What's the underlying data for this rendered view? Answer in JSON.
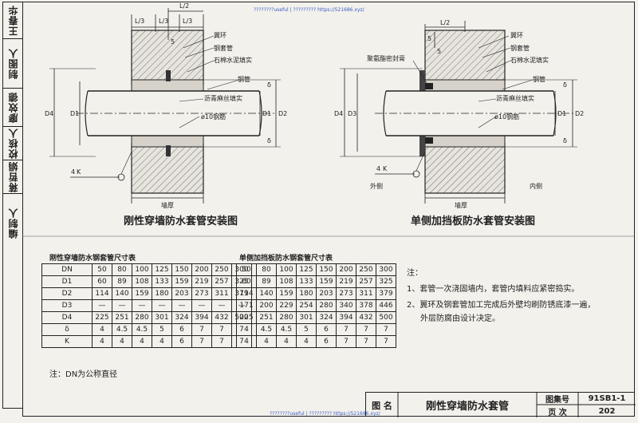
{
  "watermark_top": "????????useful | ????????? https://521686.xyz/",
  "watermark_bottom": "????????useful | ????????? https://521686.xyz/",
  "signoff": [
    "编制人",
    "蒋哲娟",
    "校核人",
    "廖效德",
    "制图人",
    "王春华"
  ],
  "left_diagram": {
    "caption": "刚性穿墙防水套管安装图",
    "dims": {
      "l3a": "L/3",
      "l3b": "L/3",
      "l3c": "L/3",
      "l2": "L/2",
      "five": "5"
    },
    "labels": {
      "yihuan": "翼环",
      "gangtao": "钢套管",
      "shimian": "石棉水泥填实",
      "gangguan": "钢管",
      "liqing": "沥青麻丝填实",
      "jin": "ø10钢筋",
      "qianghou": "墙厚",
      "k": "K",
      "d1": "D1",
      "d2": "D2",
      "d4": "D4",
      "delta1": "δ",
      "delta2": "δ",
      "four": "4"
    }
  },
  "right_diagram": {
    "caption": "单侧加挡板防水套管安装图",
    "dims": {
      "l2": "L/2",
      "five": "5",
      "five2": "5"
    },
    "labels": {
      "yihuan": "翼环",
      "juliu": "聚氨酯密封膏",
      "gangtao": "钢套管",
      "shimian": "石棉水泥填实",
      "gangguan": "钢管",
      "liqing": "沥青麻丝填实",
      "jin": "ø10钢筋",
      "qianghou": "墙厚",
      "waice": "外侧",
      "neice": "内侧",
      "k": "K",
      "d1": "D1",
      "d2": "D2",
      "d3": "D3",
      "d4": "D4",
      "delta1": "δ",
      "delta2": "δ",
      "four": "4"
    }
  },
  "table_left": {
    "title": "刚性穿墙防水钢套管尺寸表",
    "rows": [
      {
        "h": "DN",
        "v": [
          "50",
          "80",
          "100",
          "125",
          "150",
          "200",
          "250",
          "300"
        ]
      },
      {
        "h": "D1",
        "v": [
          "60",
          "89",
          "108",
          "133",
          "159",
          "219",
          "257",
          "325"
        ]
      },
      {
        "h": "D2",
        "v": [
          "114",
          "140",
          "159",
          "180",
          "203",
          "273",
          "311",
          "379"
        ]
      },
      {
        "h": "D3",
        "v": [
          "—",
          "—",
          "—",
          "—",
          "—",
          "—",
          "—",
          "—"
        ]
      },
      {
        "h": "D4",
        "v": [
          "225",
          "251",
          "280",
          "301",
          "324",
          "394",
          "432",
          "500"
        ]
      },
      {
        "h": "δ",
        "v": [
          "4",
          "4.5",
          "4.5",
          "5",
          "6",
          "7",
          "7",
          "7"
        ]
      },
      {
        "h": "K",
        "v": [
          "4",
          "4",
          "4",
          "4",
          "6",
          "7",
          "7",
          "7"
        ]
      }
    ]
  },
  "table_right": {
    "title": "单侧加挡板防水钢套管尺寸表",
    "rows": [
      {
        "v": [
          "50",
          "80",
          "100",
          "125",
          "150",
          "200",
          "250",
          "300"
        ]
      },
      {
        "v": [
          "60",
          "89",
          "108",
          "133",
          "159",
          "219",
          "257",
          "325"
        ]
      },
      {
        "v": [
          "114",
          "140",
          "159",
          "180",
          "203",
          "273",
          "311",
          "379"
        ]
      },
      {
        "v": [
          "171",
          "200",
          "229",
          "254",
          "280",
          "340",
          "378",
          "446"
        ]
      },
      {
        "v": [
          "225",
          "251",
          "280",
          "301",
          "324",
          "394",
          "432",
          "500"
        ]
      },
      {
        "v": [
          "4",
          "4.5",
          "4.5",
          "5",
          "6",
          "7",
          "7",
          "7"
        ]
      },
      {
        "v": [
          "4",
          "4",
          "4",
          "4",
          "6",
          "7",
          "7",
          "7"
        ]
      }
    ]
  },
  "table_note": "注：DN为公称直径",
  "notes": {
    "title": "注：",
    "items": [
      "1、套管一次浇固墙内，套管内填料应紧密捣实。",
      "2、翼环及钢套管加工完成后外壁均刷防锈底漆一遍，",
      "外层防腐由设计决定。"
    ]
  },
  "title_block": {
    "tuming_label": "图 名",
    "title": "刚性穿墙防水套管",
    "atlas_label": "图集号",
    "atlas_no": "91SB1-1",
    "page_label": "页 次",
    "page_no": "202"
  }
}
